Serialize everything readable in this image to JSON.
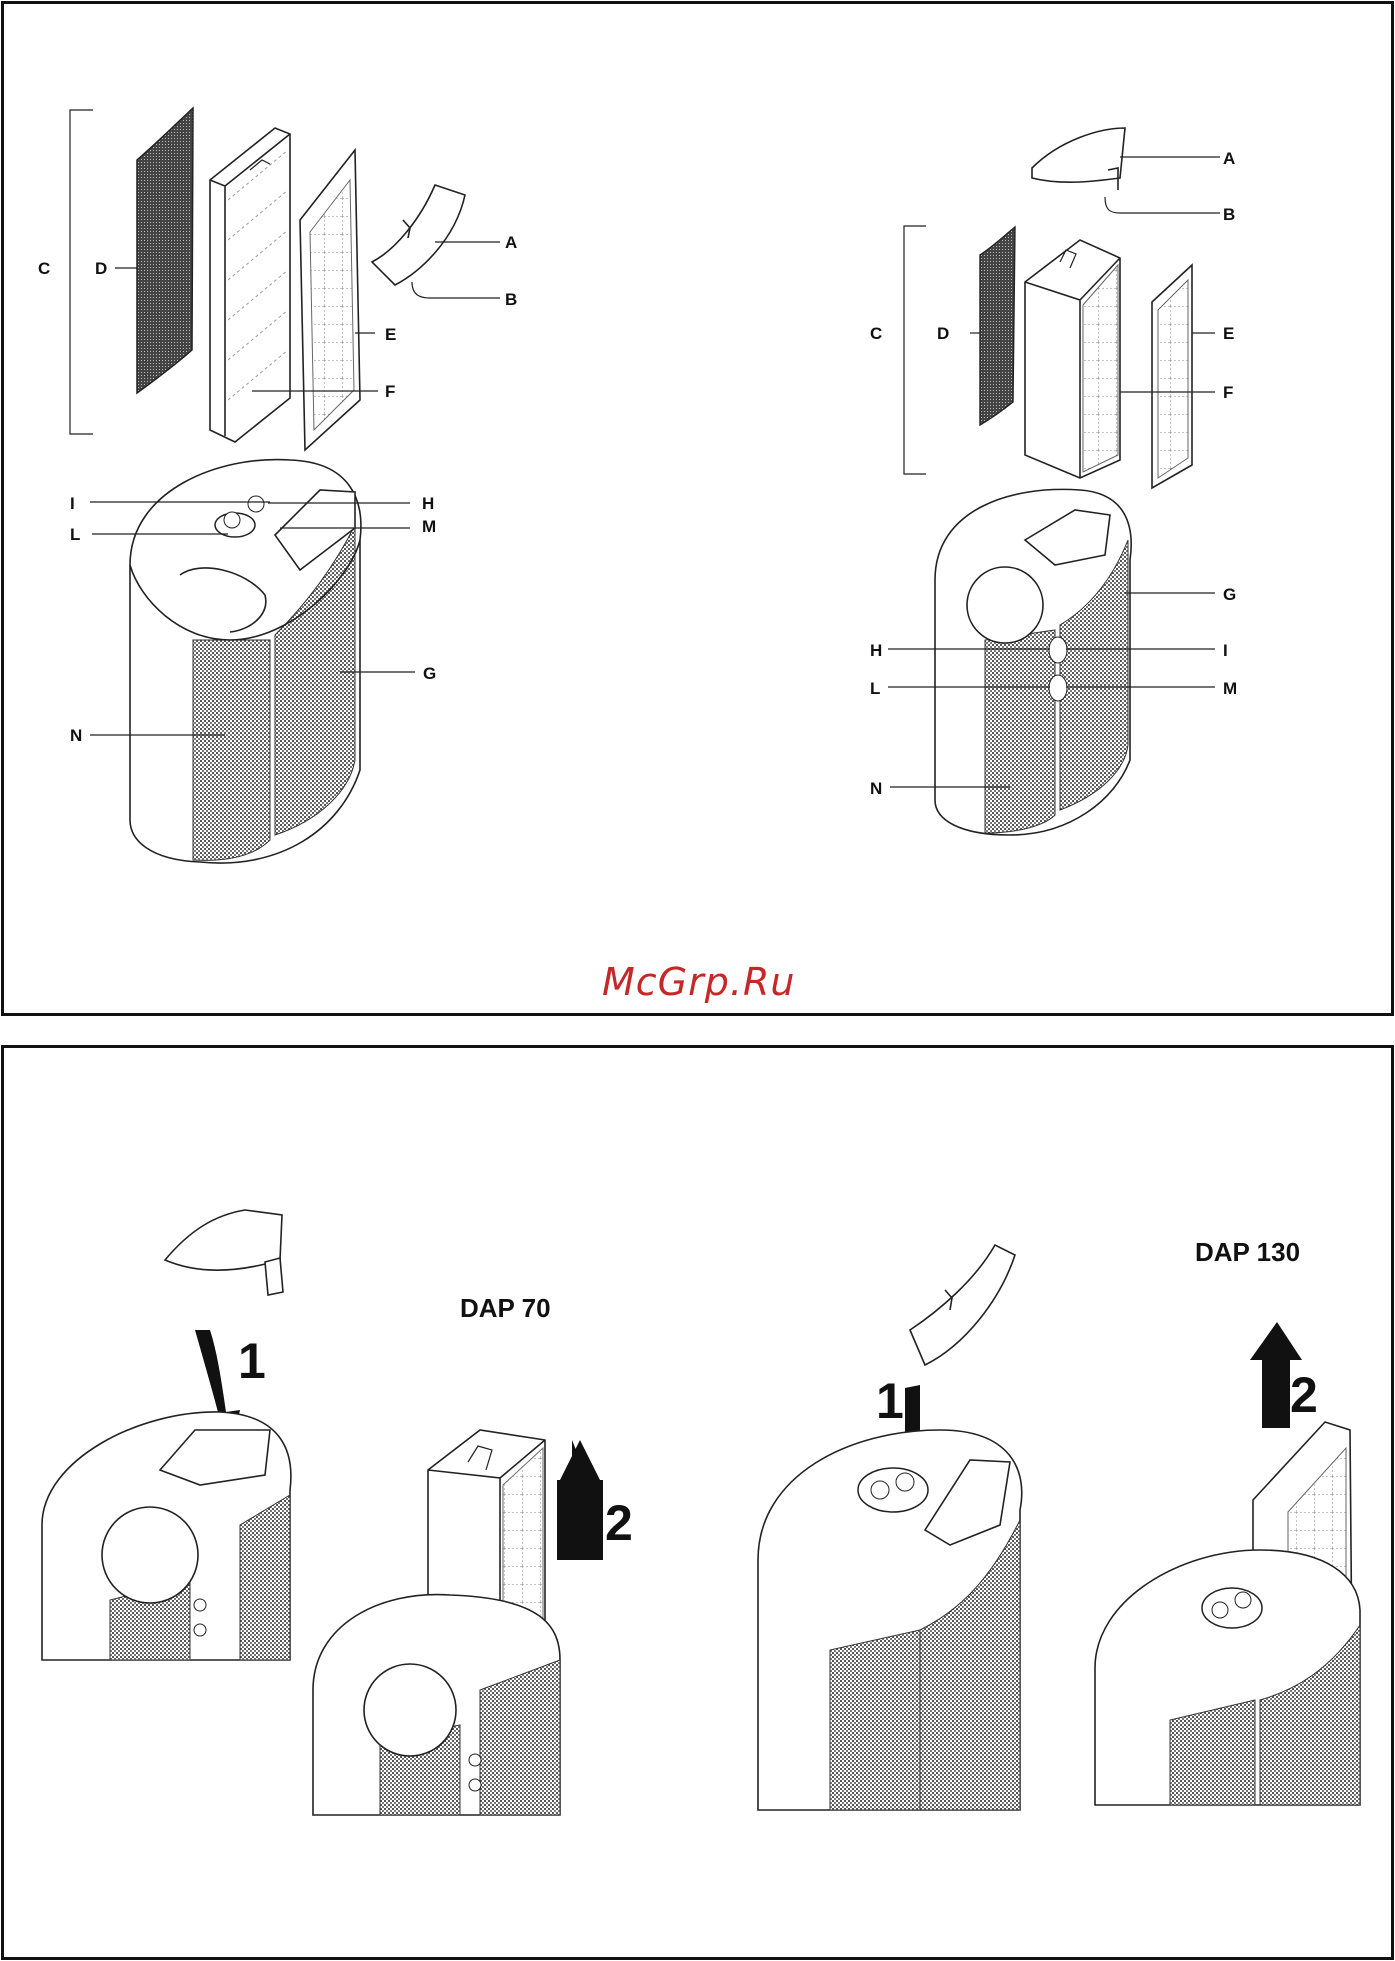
{
  "labels": {
    "left": {
      "A": "A",
      "B": "B",
      "C": "C",
      "D": "D",
      "E": "E",
      "F": "F",
      "G": "G",
      "H": "H",
      "I": "I",
      "L": "L",
      "M": "M",
      "N": "N"
    },
    "right": {
      "A": "A",
      "B": "B",
      "C": "C",
      "D": "D",
      "E": "E",
      "F": "F",
      "G": "G",
      "H": "H",
      "I": "I",
      "L": "L",
      "M": "M",
      "N": "N"
    }
  },
  "watermark": "McGrp.Ru",
  "models": {
    "left": "DAP 70",
    "right": "DAP 130"
  },
  "steps": {
    "one": "1",
    "two": "2"
  },
  "colors": {
    "watermark": "#c62828",
    "ink": "#111111"
  }
}
